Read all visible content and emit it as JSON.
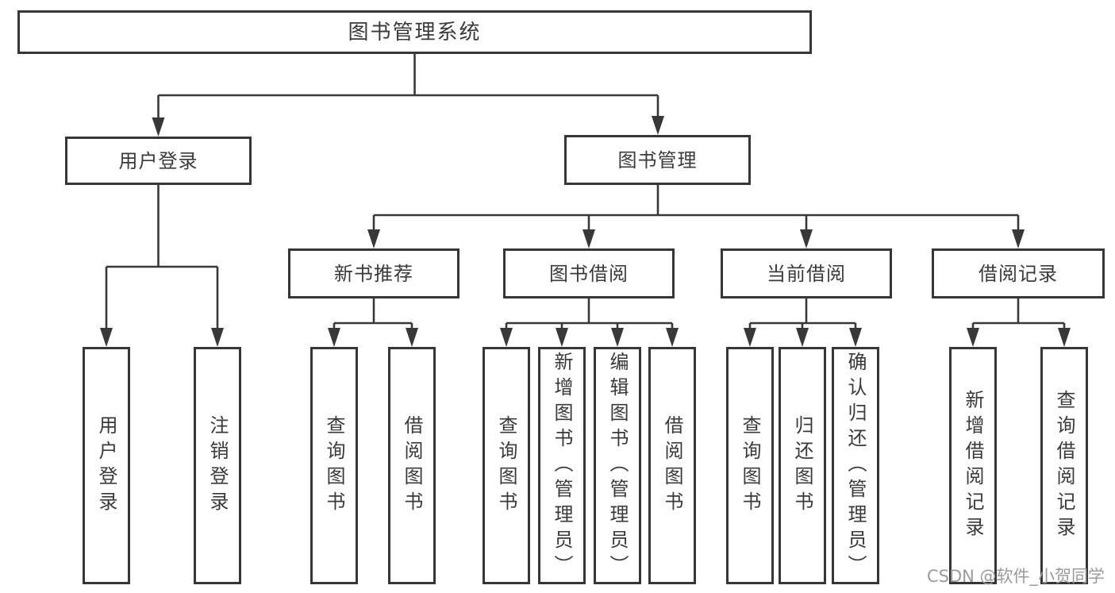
{
  "colors": {
    "line": "#383838",
    "box_border": "#363636",
    "text": "#3a3a3a",
    "background": "#ffffff",
    "watermark": "#9b9b9b"
  },
  "watermark": "CSDN @软件_小贺同学",
  "diagram": {
    "type": "tree",
    "root": {
      "label": "图书管理系统"
    },
    "branches": [
      {
        "label": "用户登录",
        "children": [
          {
            "label": "用户登录"
          },
          {
            "label": "注销登录"
          }
        ]
      },
      {
        "label": "图书管理",
        "children": [
          {
            "label": "新书推荐",
            "children": [
              {
                "label": "查询图书"
              },
              {
                "label": "借阅图书"
              }
            ]
          },
          {
            "label": "图书借阅",
            "children": [
              {
                "label": "查询图书"
              },
              {
                "label": "新增图书（管理员）"
              },
              {
                "label": "编辑图书（管理员）"
              },
              {
                "label": "借阅图书"
              }
            ]
          },
          {
            "label": "当前借阅",
            "children": [
              {
                "label": "查询图书"
              },
              {
                "label": "归还图书"
              },
              {
                "label": "确认归还（管理员）"
              }
            ]
          },
          {
            "label": "借阅记录",
            "children": [
              {
                "label": "新增借阅记录"
              },
              {
                "label": "查询借阅记录"
              }
            ]
          }
        ]
      }
    ]
  }
}
